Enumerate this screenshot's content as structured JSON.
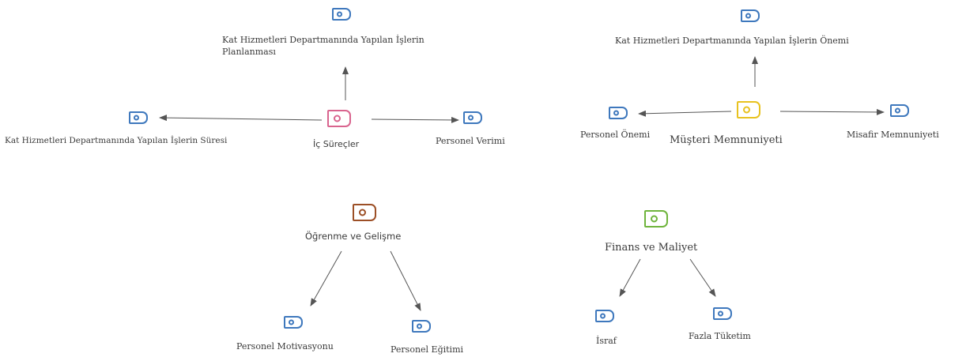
{
  "colors": {
    "leaf": "#3e78bd",
    "ic_surecler": "#d9648e",
    "musteri_memnuniyeti": "#e8c21f",
    "ogrenme_ve_gelisme": "#9c4f26",
    "finans_ve_maliyet": "#6fb43c",
    "edge": "#555555"
  },
  "ic_surecler": {
    "center": "İç Süreçler",
    "top": "Kat Hizmetleri Departmanında Yapılan İşlerin Planlanması",
    "left": "Kat Hizmetleri Departmanında Yapılan İşlerin Süresi",
    "right": "Personel Verimi"
  },
  "musteri": {
    "center": "Müşteri Memnuniyeti",
    "top": "Kat Hizmetleri Departmanında Yapılan İşlerin Önemi",
    "left": "Personel Önemi",
    "right": "Misafir Memnuniyeti"
  },
  "ogrenme": {
    "center": "Öğrenme ve Gelişme",
    "left": "Personel Motivasyonu",
    "right": "Personel Eğitimi"
  },
  "finans": {
    "center": "Finans ve Maliyet",
    "left": "İsraf",
    "right": "Fazla Tüketim"
  }
}
